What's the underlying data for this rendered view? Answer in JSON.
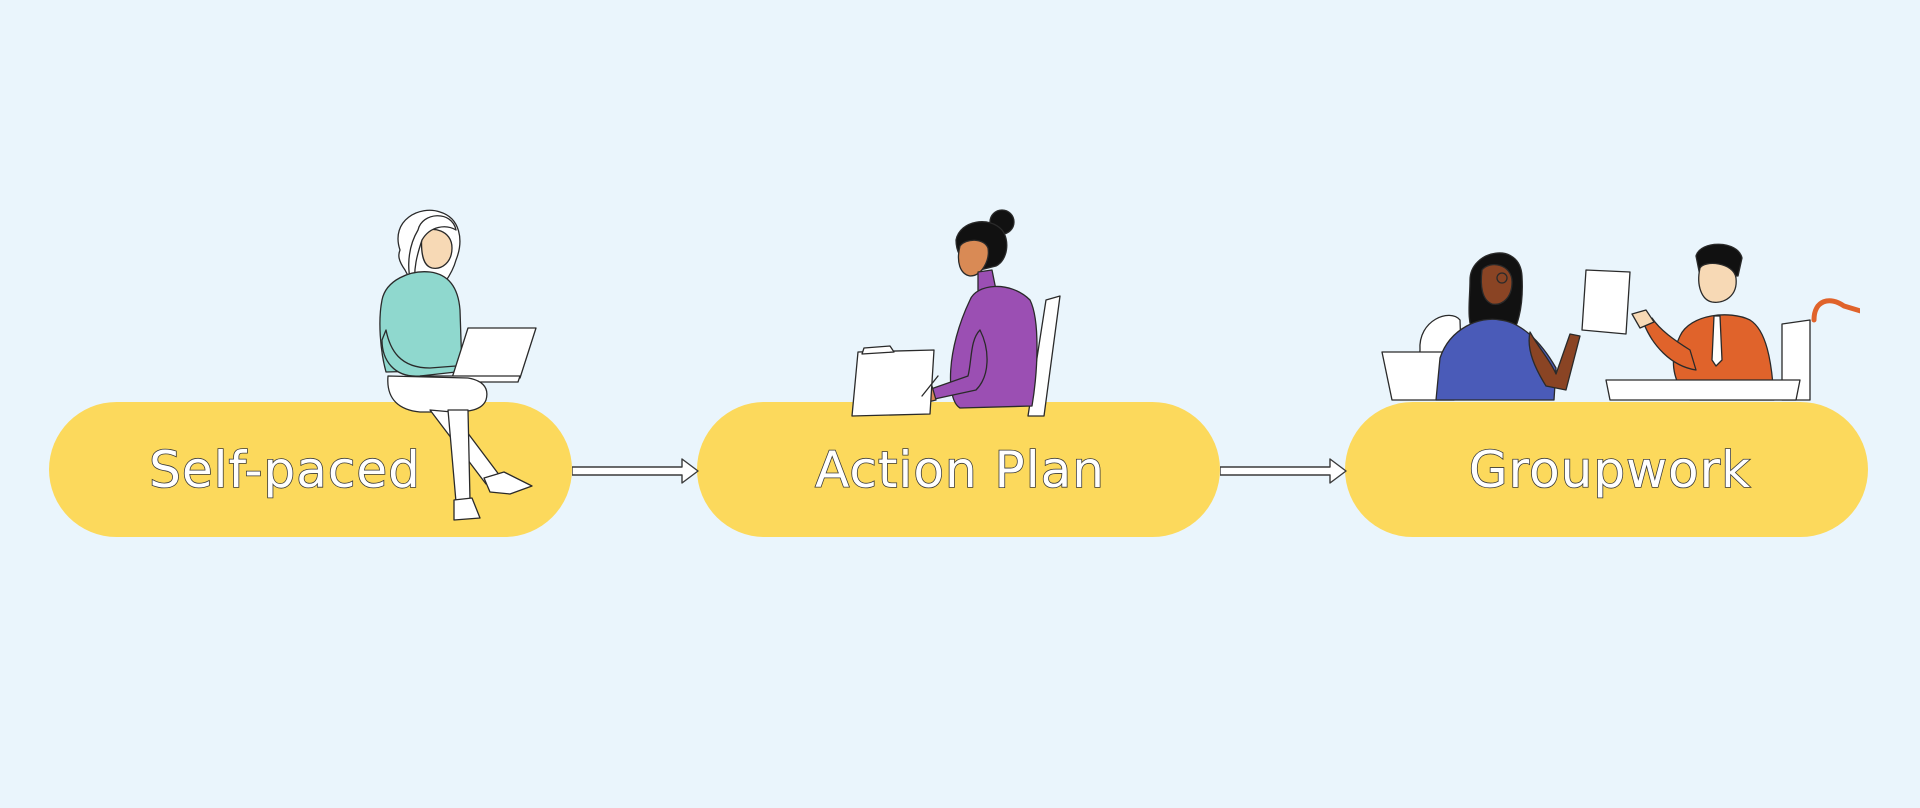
{
  "steps": [
    {
      "label": "Self-paced"
    },
    {
      "label": "Action Plan"
    },
    {
      "label": "Groupwork"
    }
  ],
  "colors": {
    "background": "#EAF5FC",
    "pill": "#FCD95C",
    "label_fill": "#FFFFFF",
    "outline": "#3A3A3A",
    "person1_top": "#8FD8CE",
    "person2_top": "#9B4FB3",
    "person3_top": "#4A5BB8",
    "person4_top": "#E0632B"
  },
  "icons": {
    "step1": "person-with-laptop-illustration",
    "step2": "person-writing-illustration",
    "step3": "two-people-collaborating-illustration",
    "connector": "arrow-right-icon"
  }
}
